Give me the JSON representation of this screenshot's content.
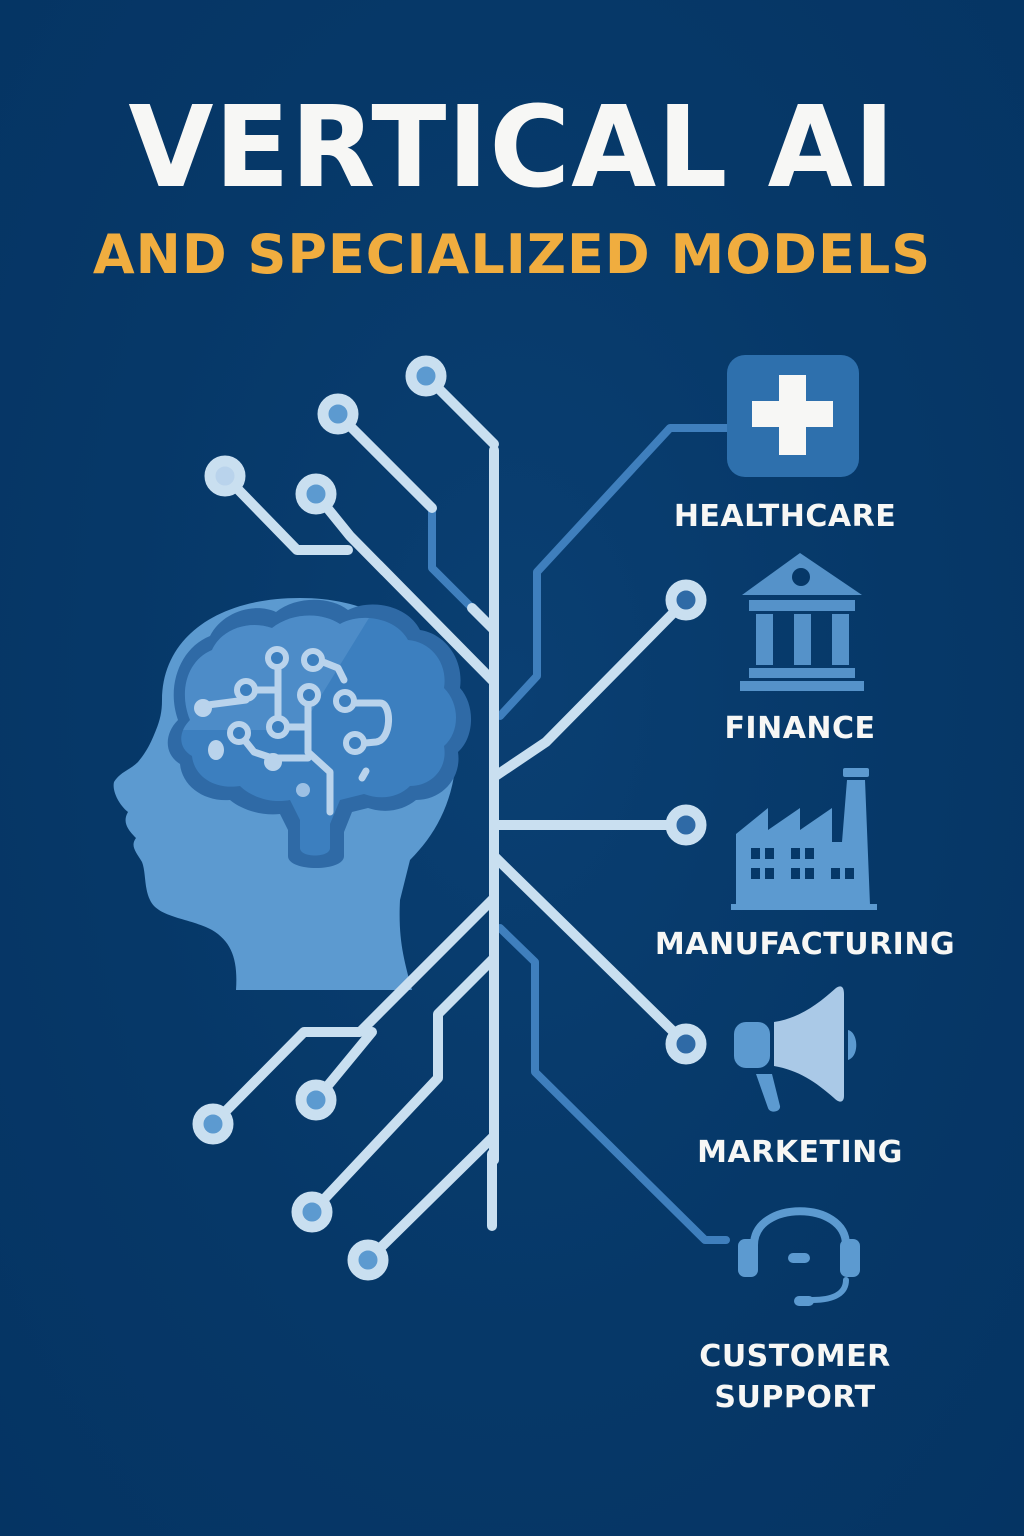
{
  "header": {
    "title": "VERTICAL AI",
    "subtitle": "AND SPECIALIZED MODELS"
  },
  "colors": {
    "background": "#063868",
    "title": "#f7f7f5",
    "subtitle_accent": "#f0ad3f",
    "circuit_light": "#c9dff0",
    "circuit_dark": "#3f7fbd",
    "icon_blue": "#5c9ad0"
  },
  "illustration": {
    "center": "head-with-brain-circuit-icon"
  },
  "industries": [
    {
      "label": "HEALTHCARE",
      "icon": "medical-cross-icon"
    },
    {
      "label": "FINANCE",
      "icon": "bank-building-icon"
    },
    {
      "label": "MANUFACTURING",
      "icon": "factory-icon"
    },
    {
      "label": "MARKETING",
      "icon": "megaphone-icon"
    },
    {
      "label_line1": "CUSTOMER",
      "label_line2": "SUPPORT",
      "icon": "headset-icon"
    }
  ]
}
